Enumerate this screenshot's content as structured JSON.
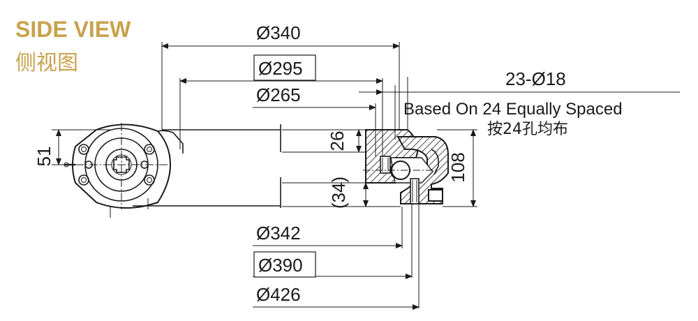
{
  "title": {
    "en": "SIDE VIEW",
    "cn": "侧视图"
  },
  "dimensions": {
    "d340": "Ø340",
    "d295": "Ø295",
    "d265": "Ø265",
    "d342": "Ø342",
    "d390": "Ø390",
    "d426": "Ø426",
    "h51": "51",
    "h26": "26",
    "h34": "(34)",
    "h108": "108"
  },
  "hole_note": {
    "spec": "23-Ø18",
    "line_en": "Based On 24 Equally Spaced",
    "line_cn": "按24孔均布"
  },
  "colors": {
    "title": "#c8a24e",
    "line": "#1a1a1a"
  }
}
